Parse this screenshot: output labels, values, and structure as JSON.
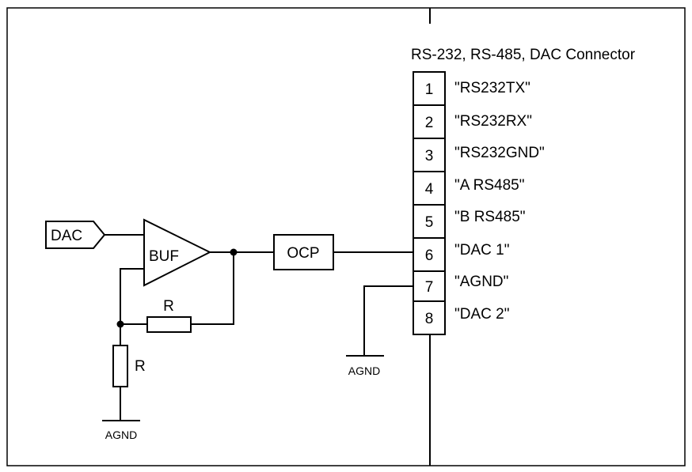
{
  "connector": {
    "title": "RS-232, RS-485, DAC Connector",
    "pins": [
      {
        "number": "1",
        "label": "\"RS232TX\""
      },
      {
        "number": "2",
        "label": "\"RS232RX\""
      },
      {
        "number": "3",
        "label": "\"RS232GND\""
      },
      {
        "number": "4",
        "label": "\"A RS485\""
      },
      {
        "number": "5",
        "label": "\"B RS485\""
      },
      {
        "number": "6",
        "label": "\"DAC 1\""
      },
      {
        "number": "7",
        "label": "\"AGND\""
      },
      {
        "number": "8",
        "label": "\"DAC 2\""
      }
    ]
  },
  "circuit": {
    "dac_input": "DAC",
    "buffer": "BUF",
    "ocp": "OCP",
    "feedback_resistor": "R",
    "ground_resistor": "R",
    "ground_left": "AGND",
    "ground_right": "AGND"
  }
}
